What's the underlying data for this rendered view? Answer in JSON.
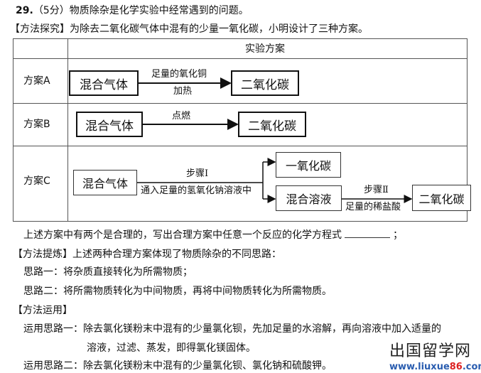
{
  "question": {
    "number": "29.",
    "points": "（5分）",
    "title": "物质除杂是化学实验中经常遇到的问题。",
    "explore": "【方法探究】为除去二氧化碳气体中混有的少量一氧化碳，小明设计了三种方案。"
  },
  "table": {
    "header": "实验方案",
    "rows": [
      {
        "label": "方案A",
        "from": "混合气体",
        "above": "足量的氧化铜",
        "below": "加热",
        "to": "二氧化碳"
      },
      {
        "label": "方案B",
        "from": "混合气体",
        "above": "点燃",
        "to": "二氧化碳"
      },
      {
        "label": "方案C",
        "from": "混合气体",
        "step1": "步骤Ⅰ",
        "step1_desc": "通入足量的氢氧化钠溶液中",
        "branch_top": "一氧化碳",
        "branch_bottom": "混合溶液",
        "step2": "步骤Ⅱ",
        "step2_desc": "足量的稀盐酸",
        "to": "二氧化碳"
      }
    ]
  },
  "body": {
    "line1": "上述方案中有两个是合理的，写出合理方案中任意一个反应的化学方程式",
    "line1_end": "；",
    "refine": "【方法提炼】上述两种合理方案体现了物质除杂的不同思路：",
    "idea1": "思路一：将杂质直接转化为所需物质；",
    "idea2": "思路二：将所需物质转化为中间物质，再将中间物质转化为所需物质。",
    "apply": "【方法运用】",
    "apply1": "运用思路一：除去氯化镁粉末中混有的少量氯化钡，先加足量的水溶解，再向溶液中加入适量的",
    "apply1_cont": "溶液，过滤、蒸发，即得氯化镁固体。",
    "apply2": "运用思路二：除去氯化镁粉末中混有的少量氯化钡、氯化钠和硫酸钾。"
  },
  "watermark": {
    "name": "出国留学网",
    "url_a": "www.liuxue",
    "url_b": "86",
    "url_c": ".com"
  }
}
